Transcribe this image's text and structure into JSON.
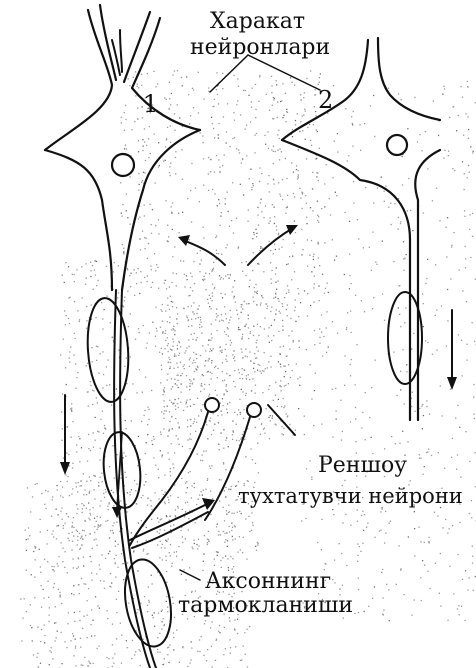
{
  "labels": {
    "motor_neurons_line1": "Харакат",
    "motor_neurons_line2": "нейронлари",
    "neuron_1_number": "1",
    "neuron_2_number": "2",
    "renshaw_line1": "Реншоу",
    "renshaw_line2": "тухтатувчи нейрони",
    "axon_collateral_line1": "Аксоннинг",
    "axon_collateral_line2": "тармокланиши"
  },
  "colors": {
    "ink": "#111111",
    "stipple": "#9a9a9a",
    "shade": "#6e6e6e"
  }
}
